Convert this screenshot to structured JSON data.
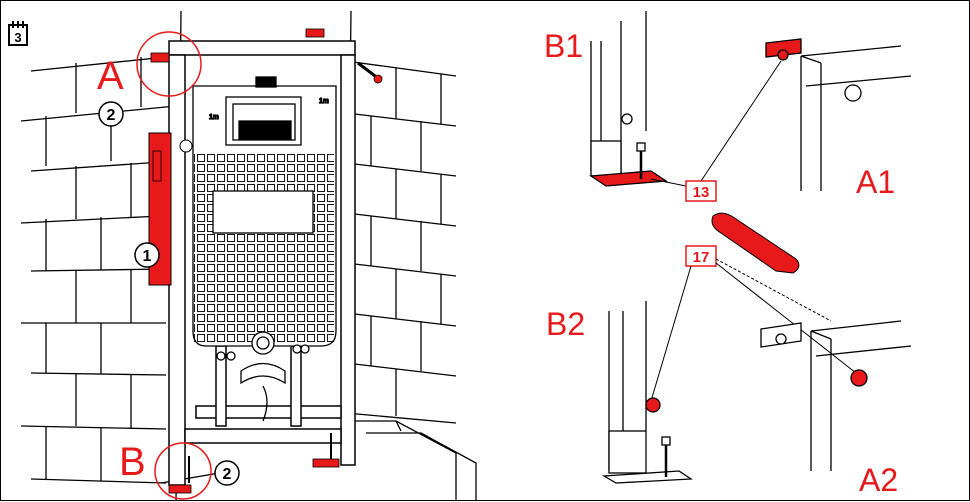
{
  "step": {
    "number": "3",
    "icon": "calendar-step-icon"
  },
  "main_view": {
    "label_a": "A",
    "label_b": "B",
    "callout_1": "1",
    "callout_2a": "2",
    "callout_2b": "2",
    "cistern_markers": [
      "1m",
      "1m"
    ]
  },
  "details": {
    "b1": "B1",
    "a1": "A1",
    "b2": "B2",
    "a2": "A2",
    "wrench_size_1": "13",
    "wrench_size_2": "17"
  },
  "colors": {
    "accent": "#e8191a",
    "line": "#000000",
    "tile": "#ffffff"
  }
}
